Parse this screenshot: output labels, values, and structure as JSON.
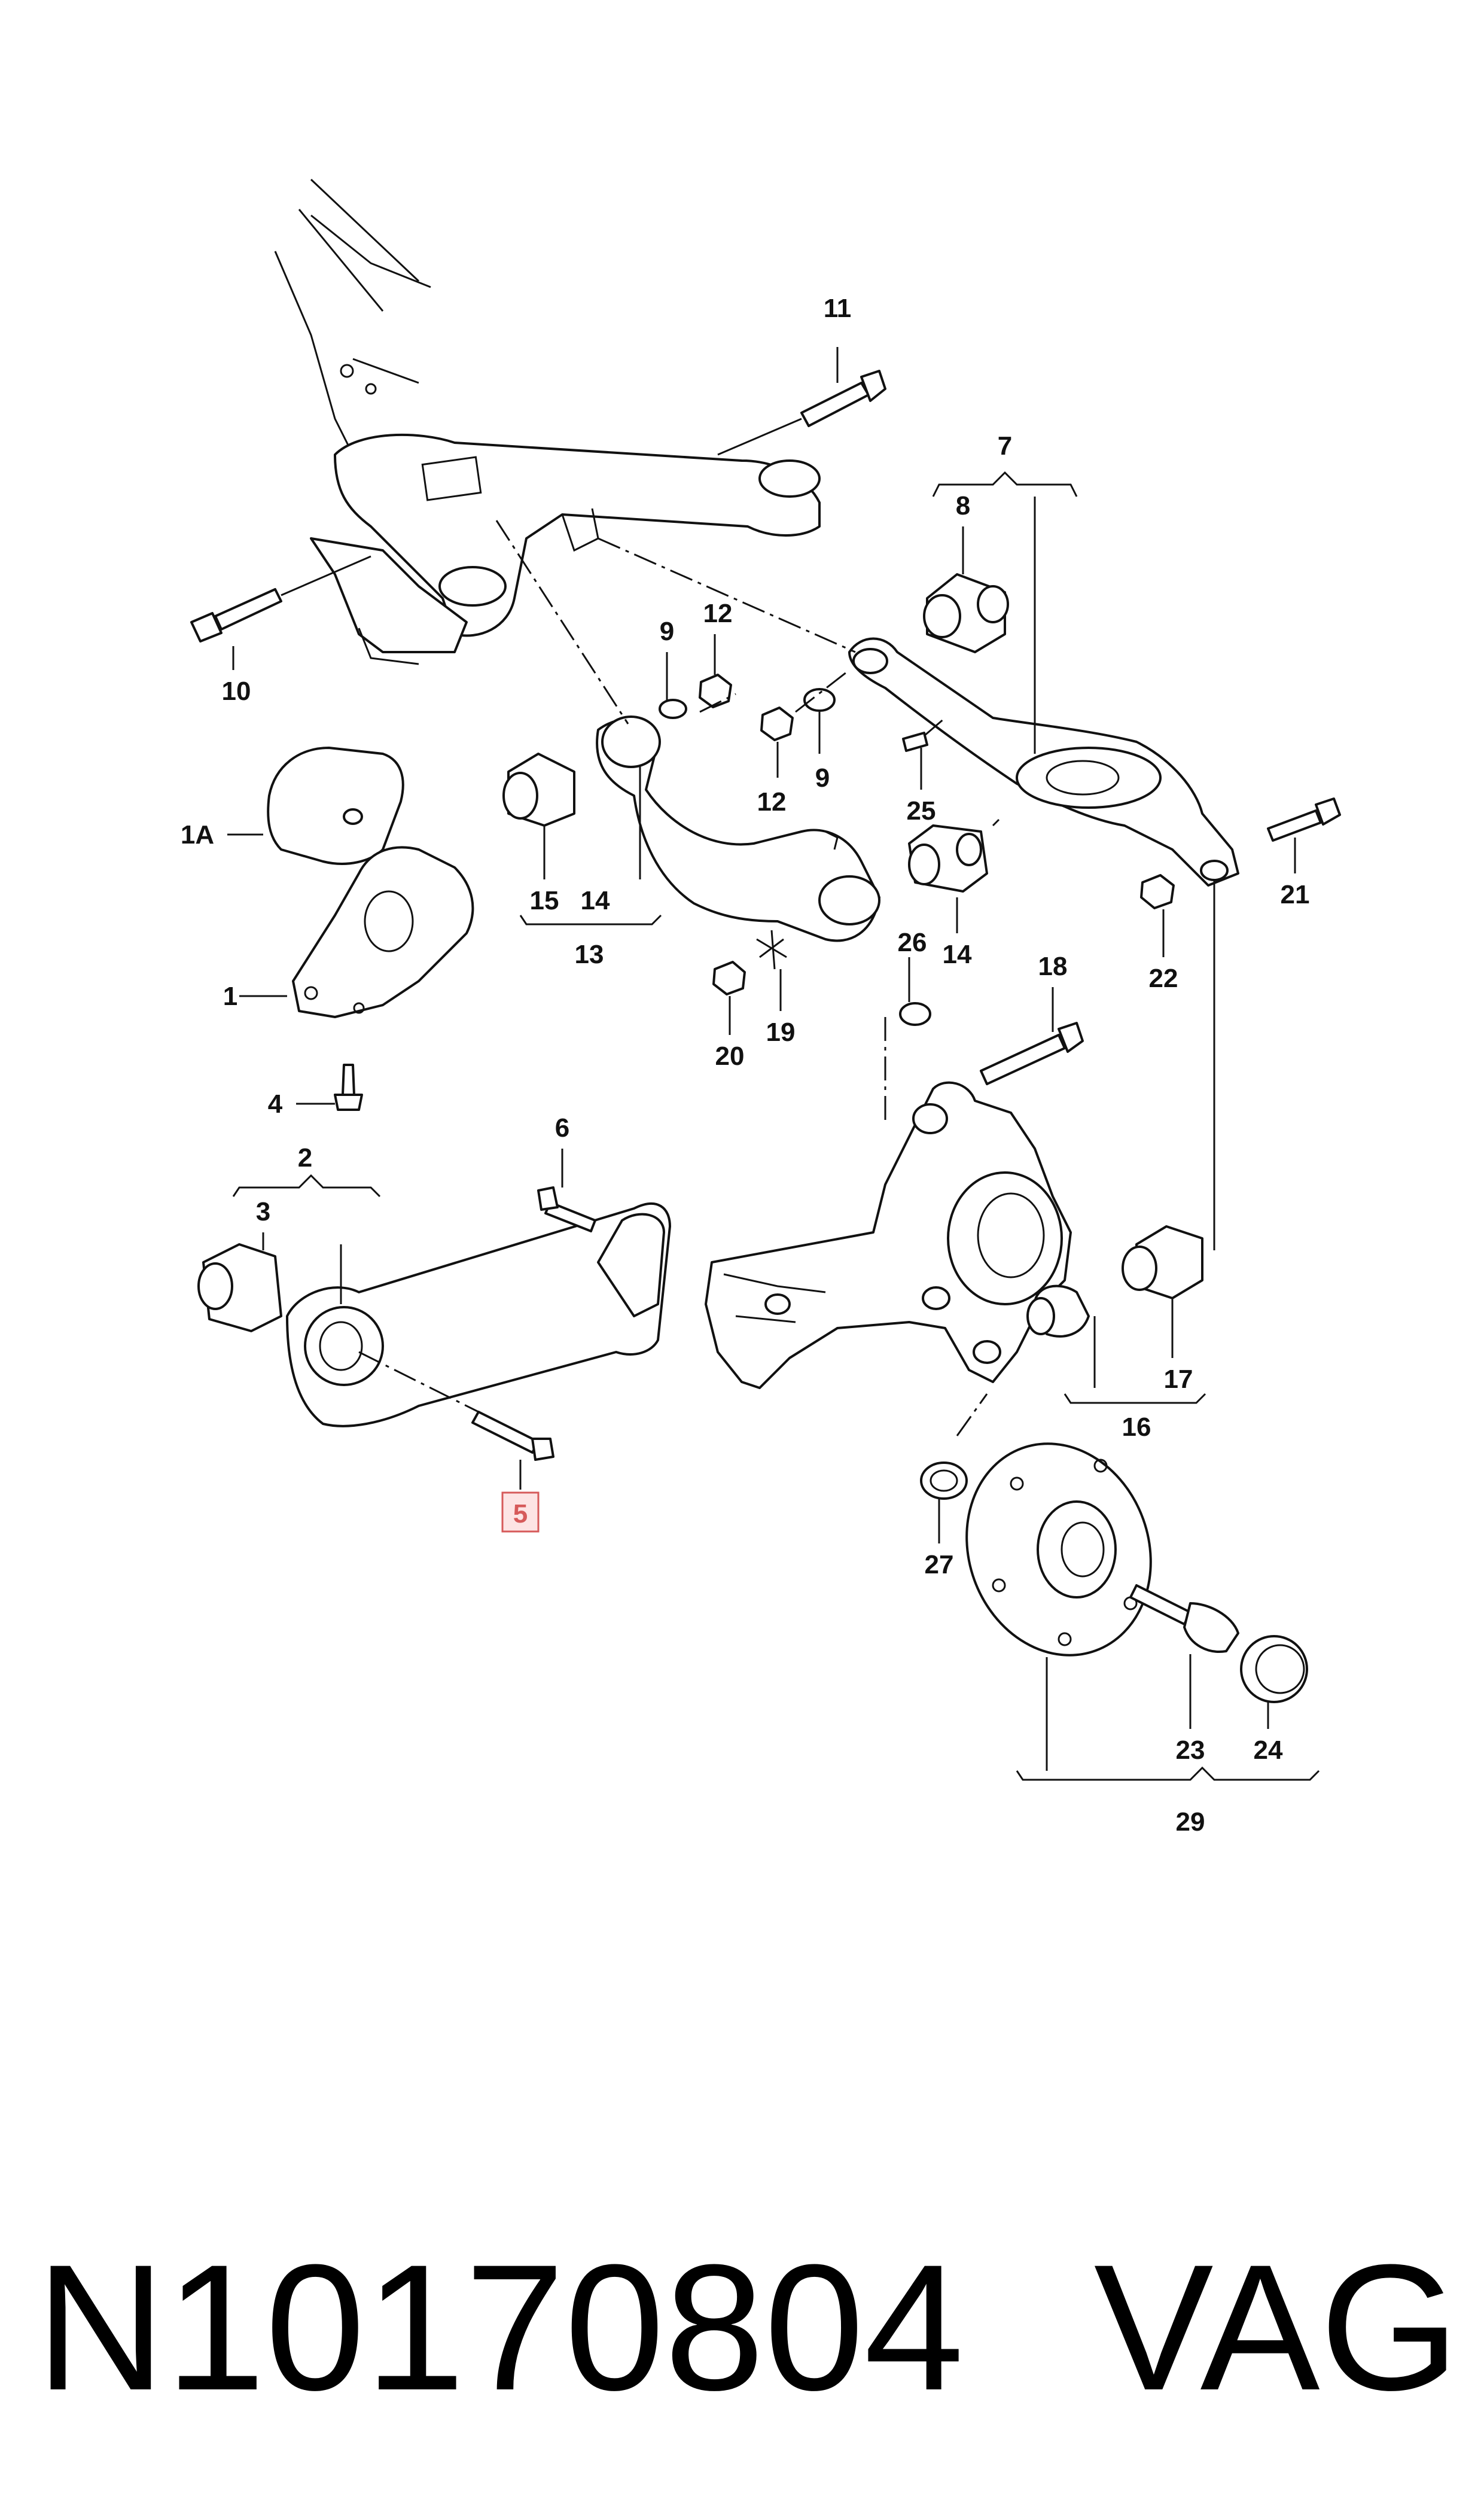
{
  "callouts": {
    "c1A": "1A",
    "c1": "1",
    "c2": "2",
    "c3": "3",
    "c4": "4",
    "c5": "5",
    "c6": "6",
    "c7": "7",
    "c8": "8",
    "c9a": "9",
    "c9b": "9",
    "c10": "10",
    "c11": "11",
    "c12a": "12",
    "c12b": "12",
    "c13": "13",
    "c14a": "14",
    "c14b": "14",
    "c15": "15",
    "c16": "16",
    "c17": "17",
    "c18": "18",
    "c19": "19",
    "c20": "20",
    "c21": "21",
    "c22": "22",
    "c23": "23",
    "c24": "24",
    "c25": "25",
    "c26": "26",
    "c27": "27",
    "c29": "29"
  },
  "highlighted_callout": "5",
  "highlight_color": "#d65a5a",
  "caption": {
    "part_number": "N10170804",
    "brand": "VAG"
  }
}
